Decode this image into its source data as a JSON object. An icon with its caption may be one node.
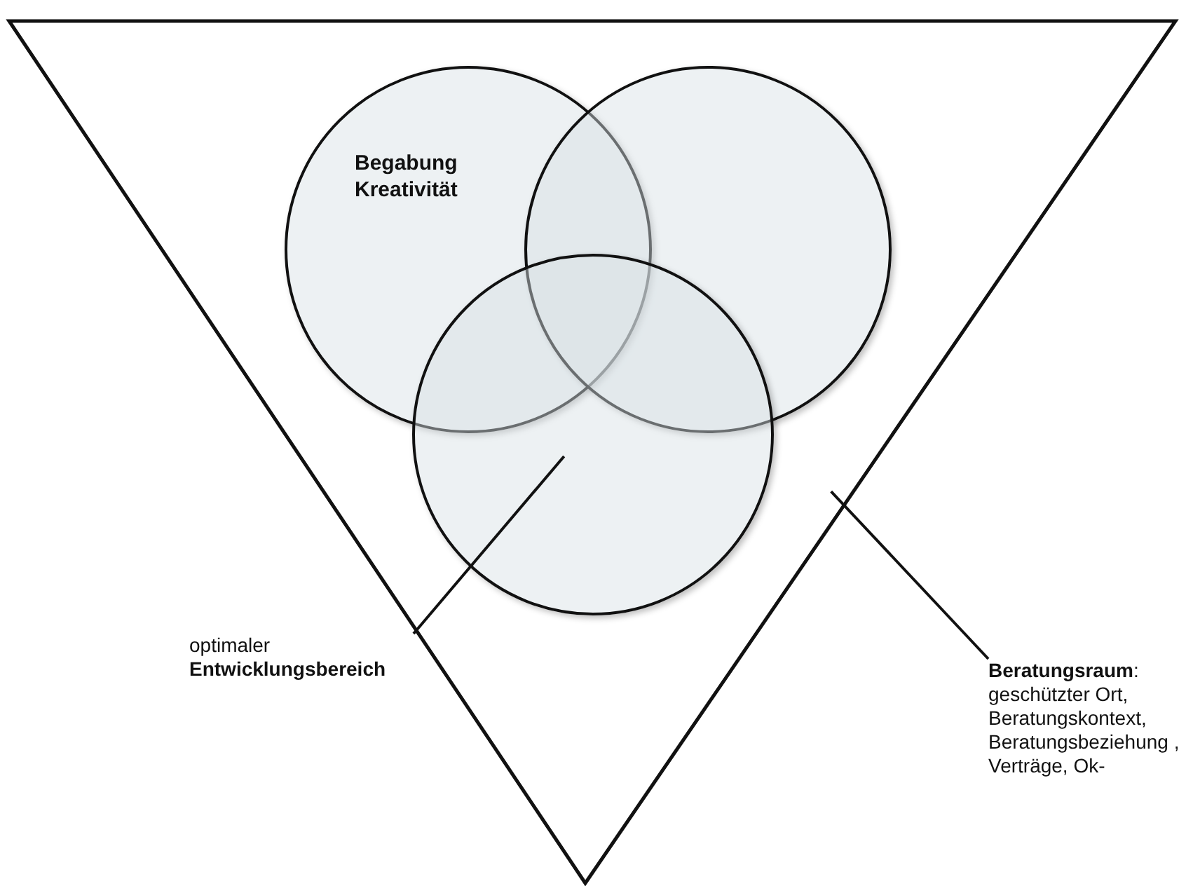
{
  "diagram": {
    "nodes": [
      {
        "text": [],
        "shape": "triangle"
      },
      {
        "text": [
          "Begabung Kreativität"
        ],
        "in": 0
      },
      {
        "text": [],
        "shape": "circle",
        "in": 0
      },
      {
        "text": [],
        "shape": "circle",
        "in": 0
      },
      {
        "text": [
          "optimaler **Entwicklungsbereich**"
        ]
      },
      {
        "text": [
          "**Beratungsraum**: geschützter Ort, Beratungskontext, Beratungsbeziehung , Verträge, Ok-"
        ]
      }
    ],
    "edges": [
      {
        "from": 4,
        "to": 3,
        "arrow": "none"
      },
      {
        "from": 5,
        "to": 0,
        "arrow": "none"
      }
    ]
  }
}
